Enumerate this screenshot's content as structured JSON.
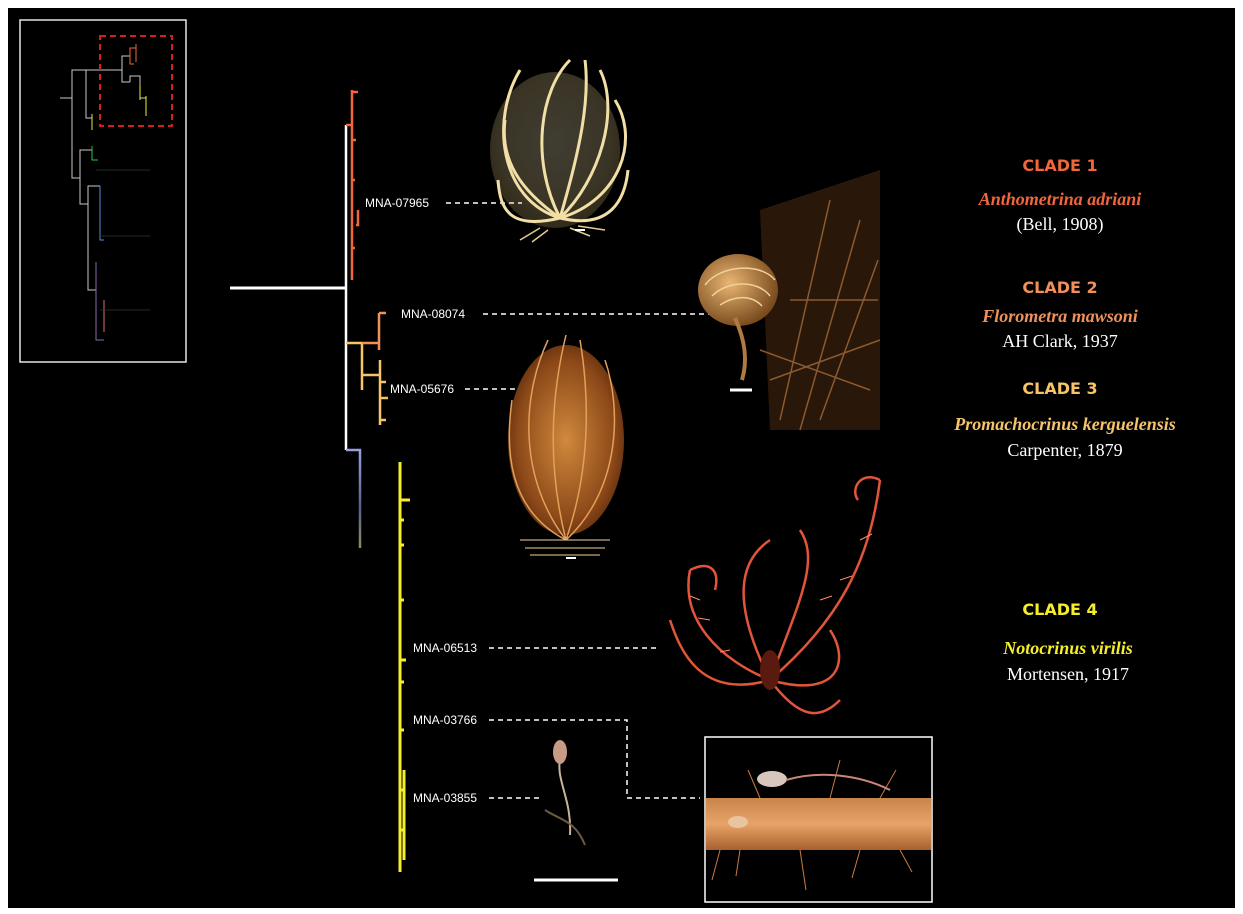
{
  "colors": {
    "background": "#000000",
    "clade1": "#f2663c",
    "clade2": "#f0915a",
    "clade3": "#f7c46a",
    "clade4": "#f6ee2a",
    "highlight_box": "#d21f1f"
  },
  "specimens": [
    {
      "id": "MNA-07965",
      "clade": "1"
    },
    {
      "id": "MNA-08074",
      "clade": "2"
    },
    {
      "id": "MNA-05676",
      "clade": "3"
    },
    {
      "id": "MNA-06513",
      "clade": "4"
    },
    {
      "id": "MNA-03766",
      "clade": "4"
    },
    {
      "id": "MNA-03855",
      "clade": "4"
    }
  ],
  "clades": [
    {
      "title": "CLADE 1",
      "species": "Anthometrina adriani",
      "author": "(Bell, 1908)"
    },
    {
      "title": "CLADE 2",
      "species": "Florometra mawsoni",
      "author": "AH Clark, 1937"
    },
    {
      "title": "CLADE 3",
      "species": "Promachocrinus kerguelensis",
      "author": "Carpenter, 1879"
    },
    {
      "title": "CLADE 4",
      "species": "Notocrinus virilis",
      "author": "Mortensen, 1917"
    }
  ]
}
